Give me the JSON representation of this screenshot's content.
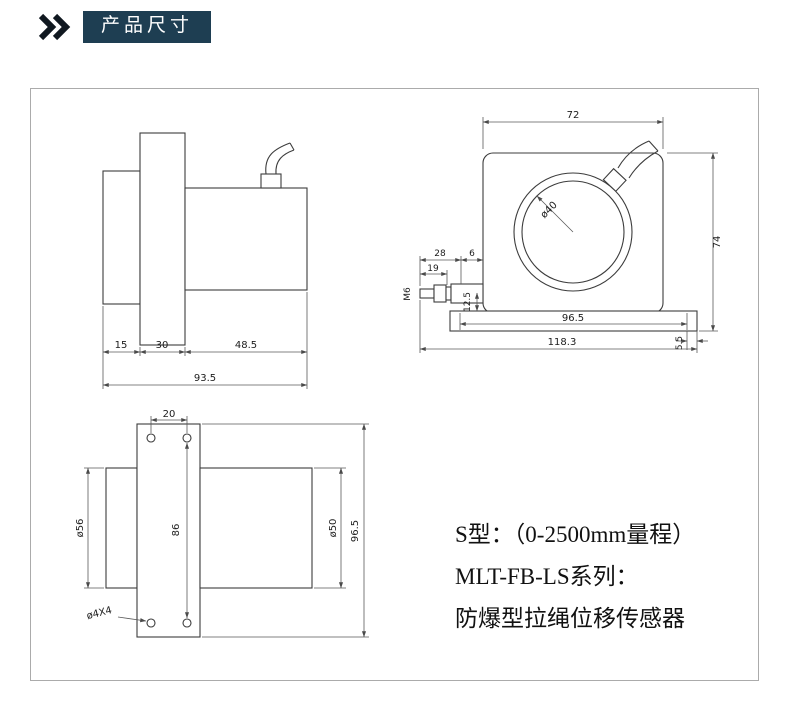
{
  "header": {
    "badge_label": "产品尺寸",
    "badge_bg": "#1e3e52",
    "badge_text_color": "#ffffff"
  },
  "info_text": {
    "line1": "S型：（0-2500mm量程）",
    "line2": "MLT-FB-LS系列：",
    "line3": "防爆型拉绳位移传感器"
  },
  "dimensions": {
    "side_view": {
      "flange_width": "15",
      "drum_width": "30",
      "body_width": "48.5",
      "total_width": "93.5"
    },
    "front_view": {
      "body_width": "72",
      "bore_diameter": "ø40",
      "total_height": "74",
      "connector_28": "28",
      "connector_6": "6",
      "connector_19": "19",
      "thread": "M6",
      "connector_height": "12.5",
      "hole_spacing": "96.5",
      "base_width": "118.3",
      "edge_offset": "5.5"
    },
    "rear_view": {
      "hole_spacing_h": "20",
      "hole_spacing_v": "86",
      "drum_diameter": "ø56",
      "body_diameter": "ø50",
      "plate_height": "96.5",
      "mount_holes": "ø4X4"
    }
  },
  "style": {
    "line_color": "#3c3c3c",
    "panel_border": "#ababab"
  }
}
